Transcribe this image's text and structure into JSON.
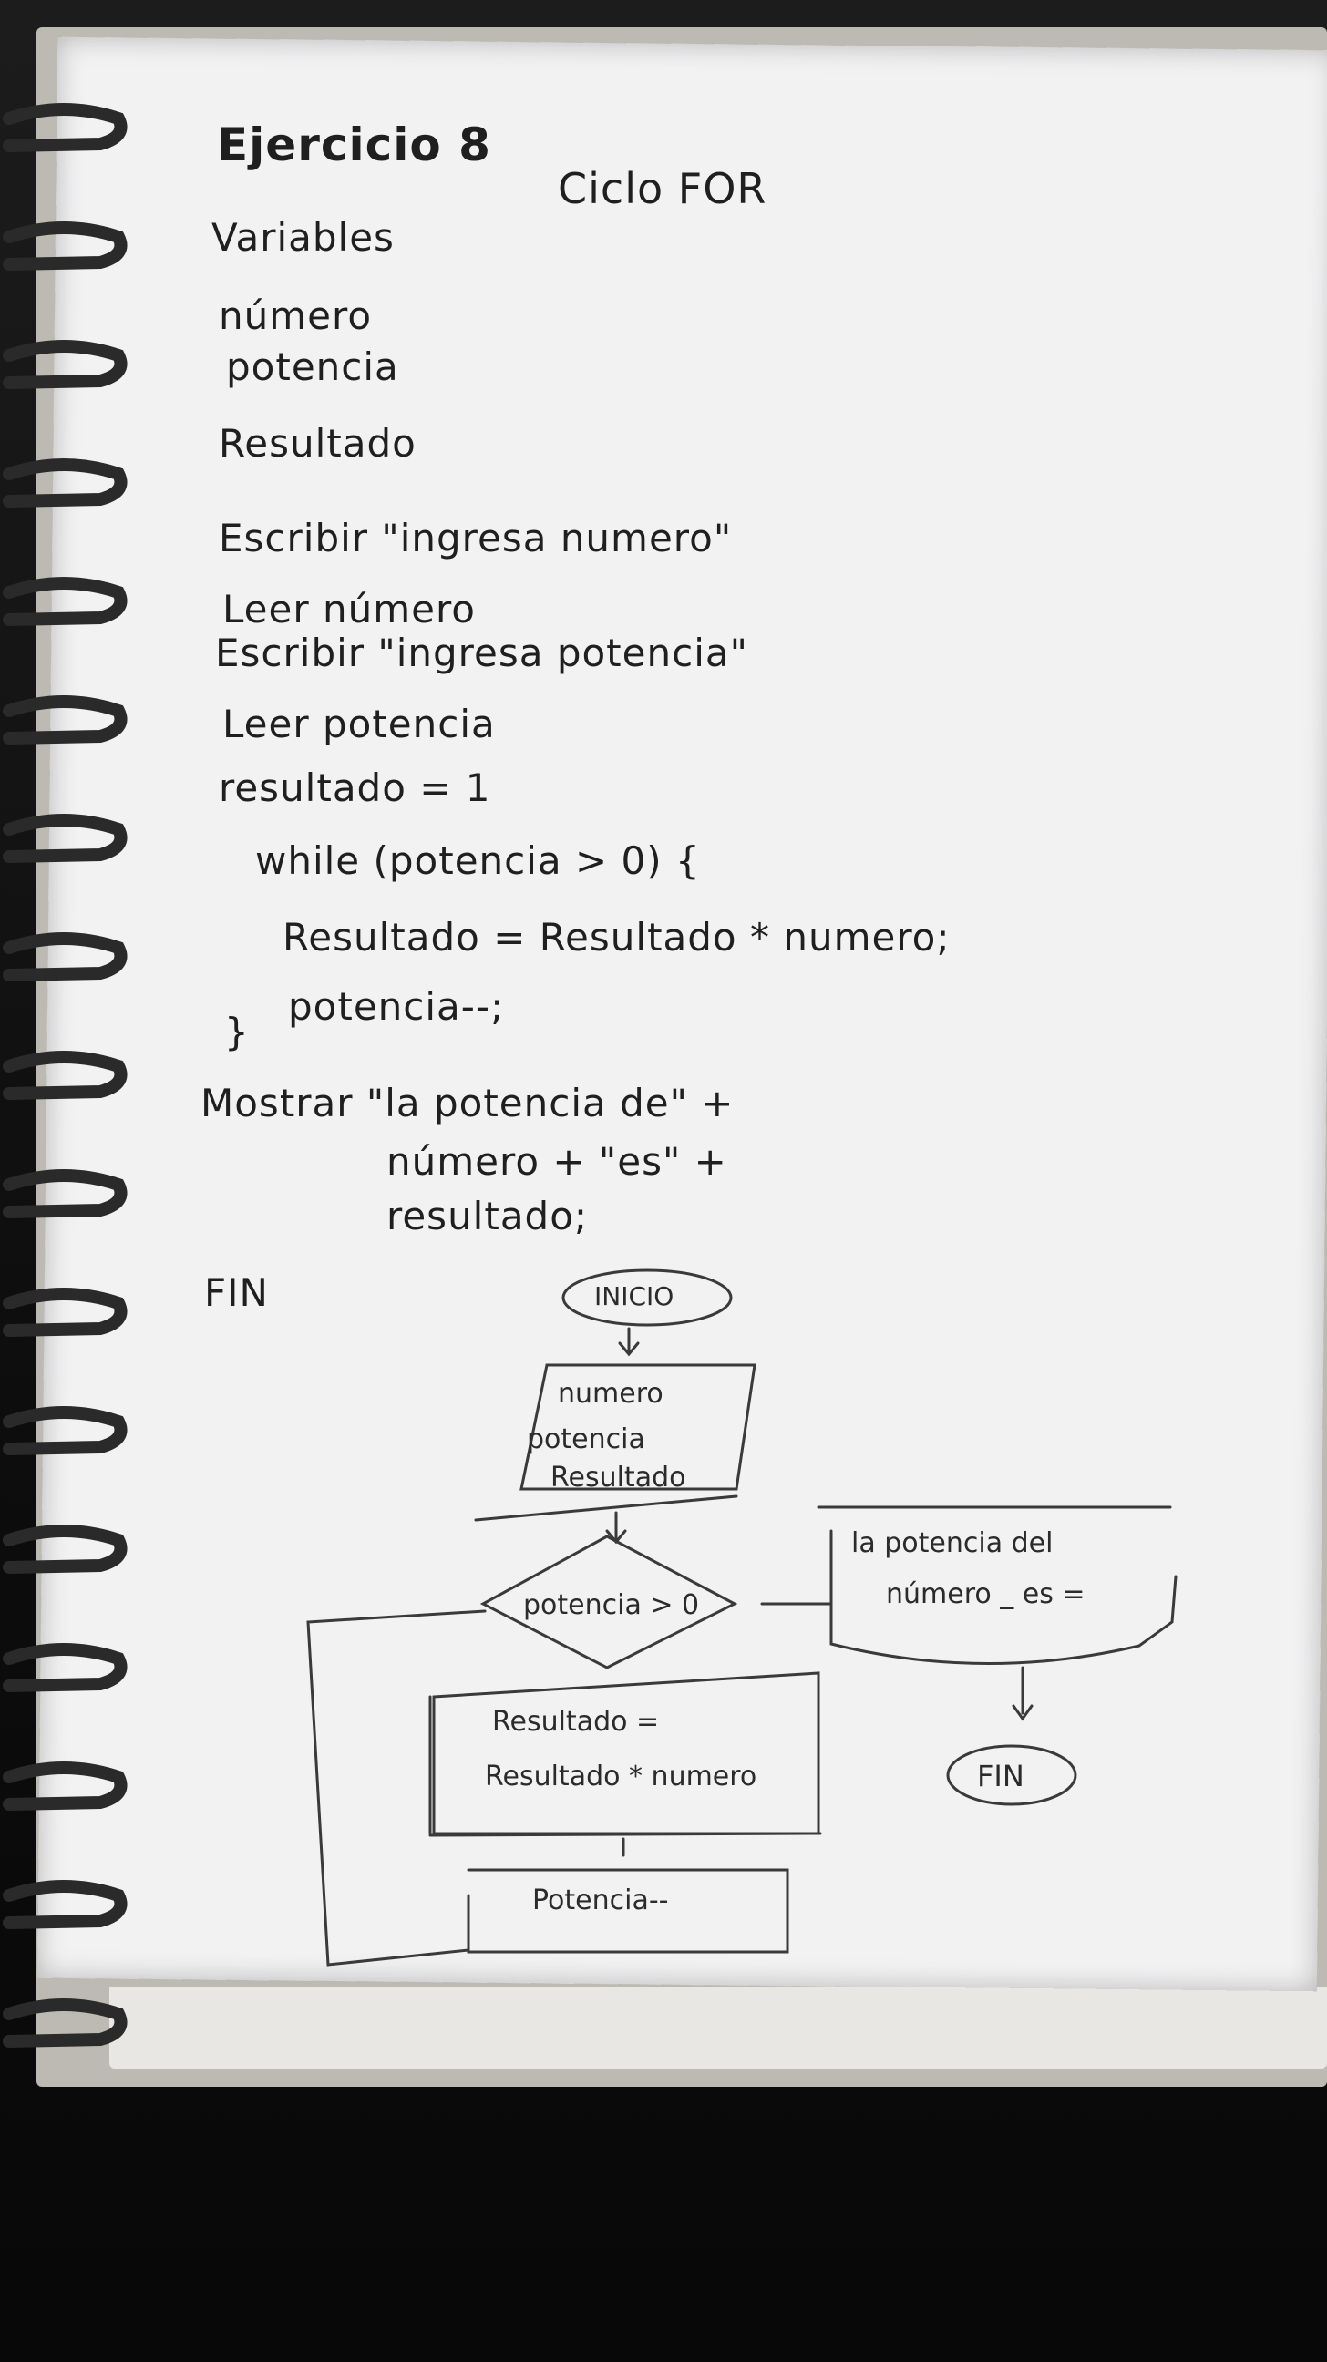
{
  "header": {
    "exercise": "Ejercicio 8",
    "topic": "Ciclo FOR"
  },
  "variables": {
    "heading": "Variables",
    "items": [
      "número",
      "potencia",
      "Resultado"
    ]
  },
  "code": [
    "Escribir \"ingresa numero\"",
    "Leer número",
    "Escribir \"ingresa potencia\"",
    "Leer potencia",
    "resultado = 1",
    "while (potencia > 0) {",
    "Resultado = Resultado * numero;",
    "potencia--;",
    "}",
    "Mostrar \"la potencia de\" +",
    "número + \"es\" +",
    "resultado;",
    "FIN"
  ],
  "flowchart": {
    "start": "INICIO",
    "input_lines": [
      "numero",
      "potencia",
      "Resultado"
    ],
    "condition": "potencia > 0",
    "assign_lines": [
      "Resultado =",
      "Resultado * numero"
    ],
    "decrement": "Potencia--",
    "output_lines": [
      "la potencia del",
      "número _ es ="
    ],
    "end": "FIN"
  },
  "colors": {
    "paper": "#f2f2f3",
    "ink": "#1f1f1f",
    "pencil": "#3a3a3a"
  }
}
